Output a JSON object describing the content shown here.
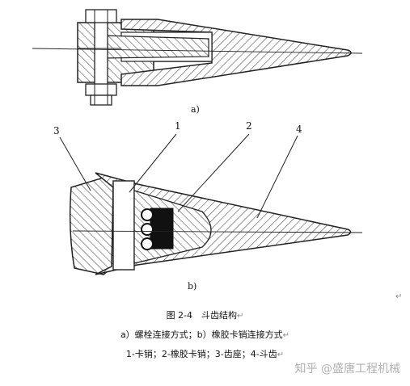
{
  "figure": {
    "label_a": "a)",
    "label_b": "b)",
    "callouts": [
      "3",
      "1",
      "2",
      "4"
    ],
    "caption_title": "图 2-4　斗齿结构",
    "caption_line2": "a）螺栓连接方式；b）橡胶卡销连接方式",
    "caption_line3": "1-卡销；2-橡胶卡销；3-齿座；4-斗齿",
    "return_mark": "↵",
    "watermark": "知乎 @盛唐工程机械"
  }
}
